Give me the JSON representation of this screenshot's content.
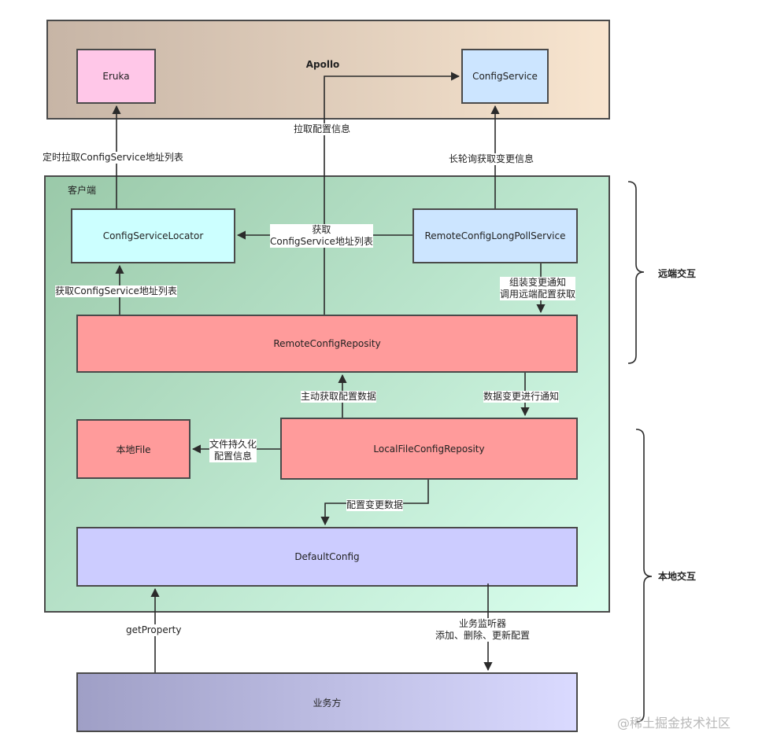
{
  "apollo": {
    "title": "Apollo",
    "eruka": "Eruka",
    "config_service": "ConfigService"
  },
  "client": {
    "title": "客户端",
    "locator": "ConfigServiceLocator",
    "long_poll": "RemoteConfigLongPollService",
    "remote_repo": "RemoteConfigReposity",
    "local_file": "本地File",
    "local_repo": "LocalFileConfigReposity",
    "default_config": "DefaultConfig"
  },
  "business": "业务方",
  "labels": {
    "pull_config": "拉取配置信息",
    "timed_pull": "定时拉取ConfigService地址列表",
    "long_poll_change": "长轮询获取变更信息",
    "get_list_line1": "获取",
    "get_list_line2": "ConfigService地址列表",
    "get_list_2": "获取ConfigService地址列表",
    "assemble_line1": "组装变更通知",
    "assemble_line2": "调用远端配置获取",
    "active_fetch": "主动获取配置数据",
    "data_change_notify": "数据变更进行通知",
    "persist_line1": "文件持久化",
    "persist_line2": "配置信息",
    "config_change_data": "配置变更数据",
    "get_property": "getProperty",
    "listener_line1": "业务监听器",
    "listener_line2": "添加、删除、更新配置"
  },
  "sides": {
    "remote": "远端交互",
    "local": "本地交互"
  },
  "watermark": "@稀土掘金技术社区"
}
